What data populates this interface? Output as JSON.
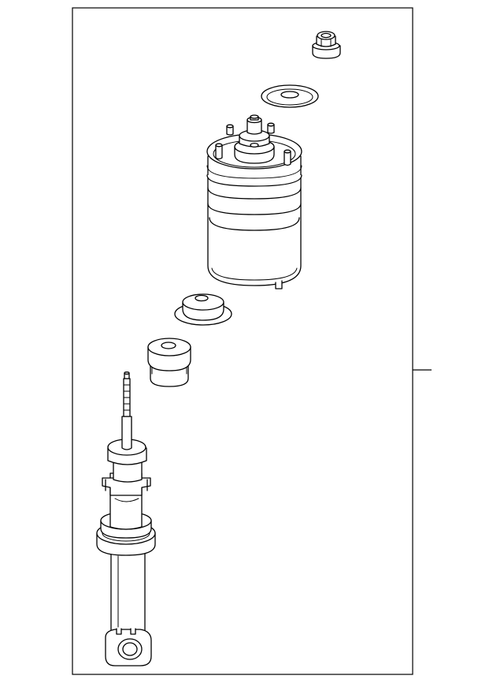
{
  "diagram": {
    "background": "#ffffff",
    "line_color": "#000000",
    "parts": [
      {
        "name": "nut",
        "icon": "hex-nut-icon"
      },
      {
        "name": "washer",
        "icon": "washer-icon"
      },
      {
        "name": "air-spring",
        "icon": "air-spring-icon"
      },
      {
        "name": "upper-insulator",
        "icon": "insulator-icon"
      },
      {
        "name": "bump-stop",
        "icon": "bump-stop-icon"
      },
      {
        "name": "shock-absorber",
        "icon": "shock-absorber-icon"
      }
    ]
  }
}
